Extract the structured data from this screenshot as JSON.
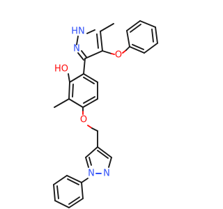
{
  "colors": {
    "carbon_bond": "#1a1a1a",
    "oxygen": "#ff0d0d",
    "nitrogen": "#3050f8",
    "background": "#ffffff"
  },
  "atoms": {
    "hn_pyrazole_top": "HN",
    "n_pyrazole_top": "N",
    "o_phenoxy": "O",
    "oh_phenol": "HO",
    "o_ether": "O",
    "n_pyrazole_bottom_1": "N",
    "n_pyrazole_bottom_2": "N"
  }
}
